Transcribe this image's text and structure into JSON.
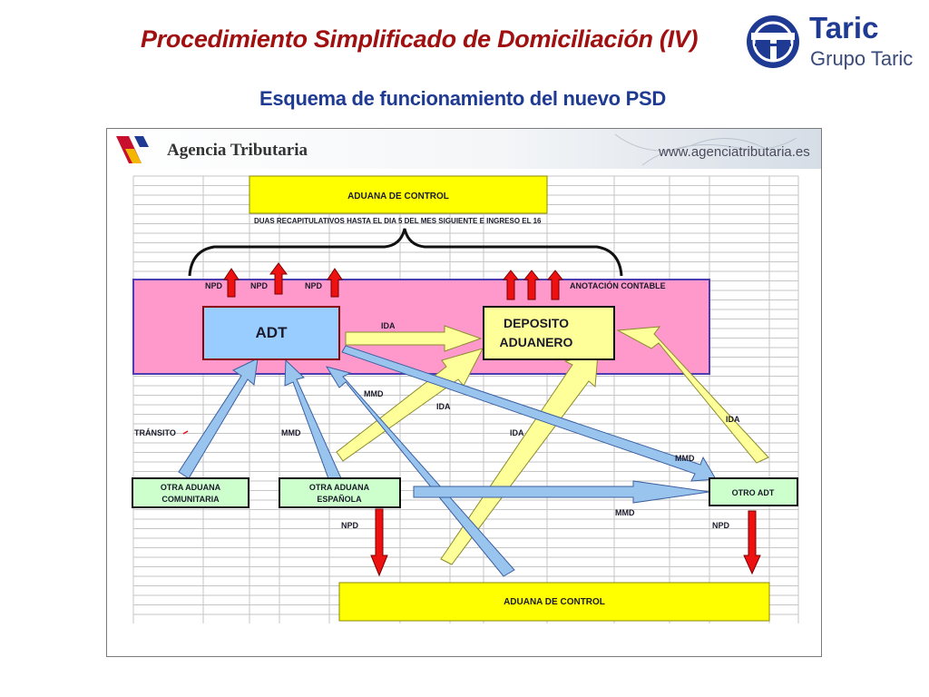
{
  "slide": {
    "title": "Procedimiento Simplificado de Domiciliación (IV)",
    "subtitle": "Esquema de funcionamiento del nuevo PSD"
  },
  "logo": {
    "brand": "Taric",
    "group": "Grupo Taric"
  },
  "banner": {
    "agency": "Agencia Tributaria",
    "url": "www.agenciatributaria.es"
  },
  "diagram": {
    "aduana_control_top": "ADUANA DE CONTROL",
    "duas_note": "DUAS RECAPITULATIVOS HASTA EL DIA 5 DEL MES SIGUIENTE E INGRESO EL 16",
    "npd_1": "NPD",
    "npd_2": "NPD",
    "npd_3": "NPD",
    "anotacion": "ANOTACIÓN CONTABLE",
    "adt": "ADT",
    "ida_main": "IDA",
    "deposito_line1": "DEPOSITO",
    "deposito_line2": "ADUANERO",
    "mmd_1": "MMD",
    "ida_2": "IDA",
    "ida_3": "IDA",
    "ida_4": "IDA",
    "transito": "TRÁNSITO",
    "mmd_2": "MMD",
    "mmd_3": "MMD",
    "mmd_4": "MMD",
    "otra_comunitaria_1": "OTRA ADUANA",
    "otra_comunitaria_2": "COMUNITARIA",
    "otra_espanola_1": "OTRA ADUANA",
    "otra_espanola_2": "ESPAÑOLA",
    "otro_adt": "OTRO ADT",
    "npd_4": "NPD",
    "npd_5": "NPD",
    "aduana_control_bottom": "ADUANA DE CONTROL"
  },
  "colors": {
    "title": "#a01010",
    "subtitle": "#1f3a93",
    "yellow_box": "#ffff00",
    "pink_band": "#ff99cc",
    "band_border": "#4b3cb3",
    "adt_fill": "#99ccff",
    "green_box": "#ccffcc",
    "red_arrow": "#ee1111",
    "blue_arrow": "#99c4ee",
    "pale_yellow_arrow": "#ffff99"
  }
}
